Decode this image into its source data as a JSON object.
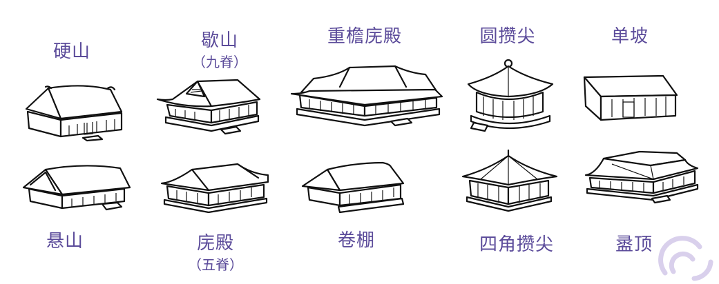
{
  "labels": {
    "yingshan": "硬山",
    "xieshan": "歇山",
    "xieshan_sub": "（九脊）",
    "chongyan": "重檐庑殿",
    "yuancuanjian": "圆攒尖",
    "danpo": "单坡",
    "xuanshan": "悬山",
    "wudian": "庑殿",
    "wudian_sub": "（五脊）",
    "juanpeng": "卷棚",
    "sijiao": "四角攒尖",
    "luding": "盝顶"
  },
  "colors": {
    "label": "#5b4b9a",
    "ink": "#111111",
    "watermark": "#d9d0ec"
  }
}
